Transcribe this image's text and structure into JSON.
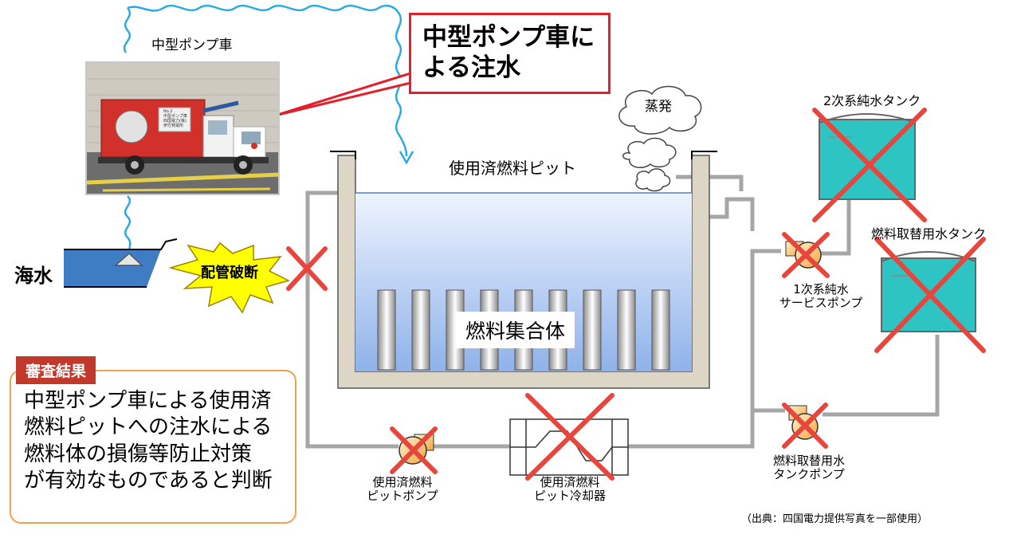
{
  "callout": {
    "text": "中型ポンプ車に\nよる注水"
  },
  "labels": {
    "pump_truck": "中型ポンプ車",
    "seawater": "海水",
    "pipe_break": "配管破断",
    "pit": "使用済燃料ピット",
    "evaporation": "蒸発",
    "fuel_assembly": "燃料集合体",
    "secondary_tank": "2次系純水タンク",
    "refuel_tank": "燃料取替用水タンク",
    "primary_pump_1": "1次系純水",
    "primary_pump_2": "サービスポンプ",
    "refuel_pump_1": "燃料取替用水",
    "refuel_pump_2": "タンクポンプ",
    "pit_pump_1": "使用済燃料",
    "pit_pump_2": "ピットポンプ",
    "cooler_1": "使用済燃料",
    "cooler_2": "ピット冷却器",
    "source": "（出典：四国電力提供写真を一部使用）"
  },
  "photo": {
    "caption_lines": [
      "No.2",
      "中型ポンプ車",
      "四国電力(株)",
      "伊方発電所"
    ]
  },
  "review": {
    "title": "審査結果",
    "body": "中型ポンプ車による使用済\n燃料ピットへの注水による\n燃料体の損傷等防止対策\nが有効なものであると判断"
  },
  "colors": {
    "callout_border": "#e0202a",
    "cross": "#e8453c",
    "tank_fill": "#2ec4c4",
    "water_top": "#eef4ff",
    "water_bottom": "#8fb2ea",
    "hose": "#29abe2",
    "pipe": "#a6a6a6",
    "burst": "#ffff00",
    "pump": "#f5a33d",
    "review_title": "#c0392b",
    "review_border": "#f0a050",
    "sea": "#3e7cc4"
  }
}
